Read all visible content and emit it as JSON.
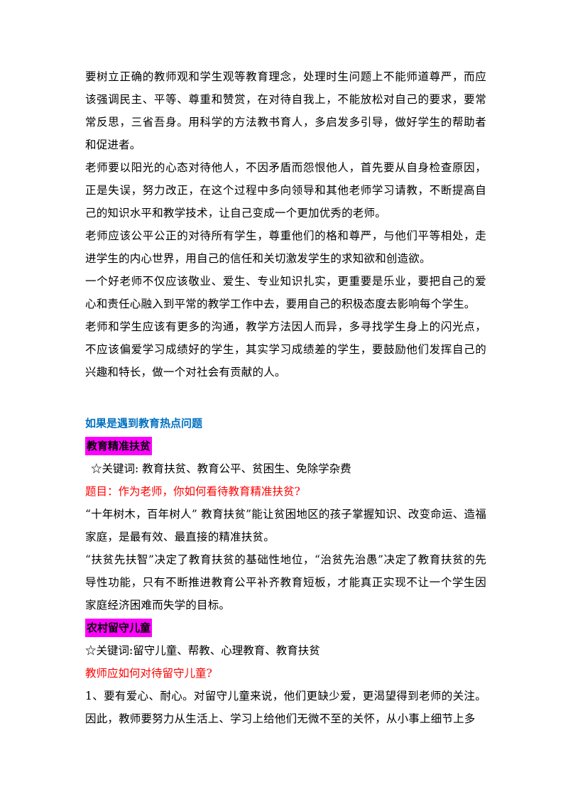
{
  "paragraphs_intro": [
    "要树立正确的教师观和学生观等教育理念，处理时生问题上不能师道尊严，而应该强调民主、平等、尊重和赞赏，在对待自我上，不能放松对自己的要求，要常常反思，三省吾身。用科学的方法教书育人，多启发多引导，做好学生的帮助者和促进者。",
    "老师要以阳光的心态对待他人，不因矛盾而怨恨他人，首先要从自身检查原因，正是失误，努力改正，在这个过程中多向领导和其他老师学习请教，不断提高自己的知识水平和教学技术，让自己变成一个更加优秀的老师。",
    "老师应该公平公正的对待所有学生，尊重他们的格和尊严，与他们平等相处，走进学生的内心世界，用自己的信任和关切激发学生的求知欲和创造欲。",
    "一个好老师不仅应该敬业、爱生、专业知识扎实，更重要是乐业，要把自己的爱心和责任心融入到平常的教学工作中去，要用自己的积极态度去影响每个学生。",
    "老师和学生应该有更多的沟通，教学方法因人而异，多寻找学生身上的闪光点，不应该偏爱学习成绩好的学生，其实学习成绩差的学生，要鼓励他们发挥自己的兴趣和特长，做一个对社会有贡献的人。"
  ],
  "hot_topics_heading": "如果是遇到教育热点问题",
  "section1": {
    "title": "教育精准扶贫",
    "keywords": "☆关键词: 教育扶贫、教育公平、贫困生、免除学杂费",
    "question": "题目：作为老师，你如何看待教育精准扶贫?",
    "paragraphs": [
      "“十年树木，百年树人” 教育扶贫”能让贫困地区的孩子掌握知识、改变命运、造福家庭，是最有效、最直接的精准扶贫。",
      "“扶贫先扶智”决定了教育扶贫的基础性地位，“治贫先治愚”决定了教育扶贫的先导性功能，只有不断推进教育公平补齐教育短板，才能真正实现不让一个学生因家庭经济困难而失学的目标。"
    ]
  },
  "section2": {
    "title": "农村留守儿童",
    "keywords": "☆关键词:留守儿童、帮教、心理教育、教育扶贫",
    "question": "教师应如何对待留守儿童?",
    "paragraphs": [
      "1、要有爱心、耐心。对留守儿童来说，他们更缺少爱，更渴望得到老师的关注。因此，教师要努力从生活上、学习上给他们无微不至的关怀，从小事上细节上多"
    ]
  },
  "colors": {
    "heading_blue": "#0070c0",
    "highlight_magenta": "#ff00ff",
    "question_red": "#ff0000"
  }
}
